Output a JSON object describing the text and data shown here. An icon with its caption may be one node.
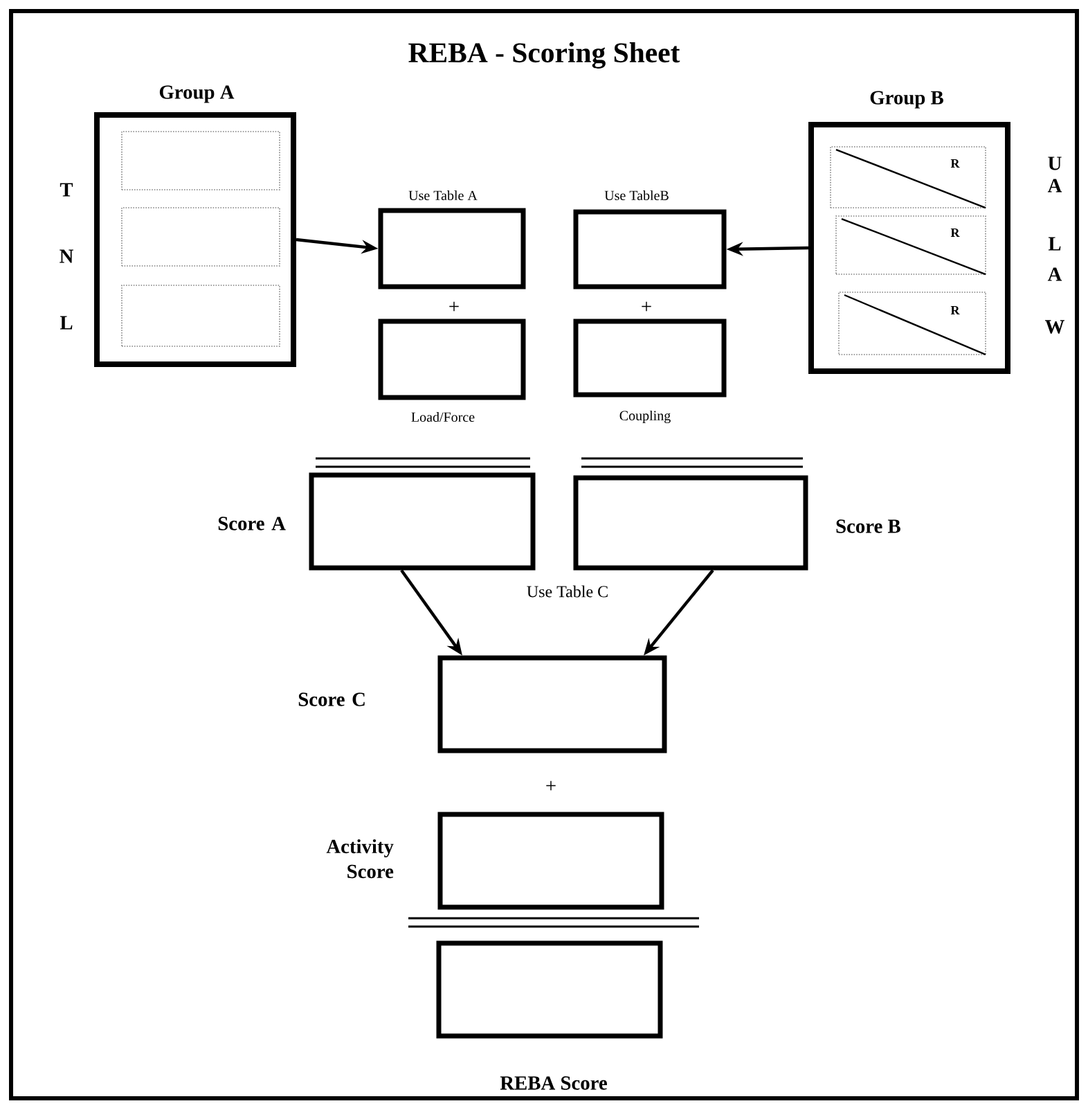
{
  "diagram": {
    "title": "REBA - Scoring Sheet",
    "nodes": [
      {
        "text": [
          "Group A"
        ]
      },
      {
        "text": [],
        "shape": "box",
        "in": 0
      },
      {
        "text": [],
        "shape": "box",
        "in": 0
      },
      {
        "text": [],
        "shape": "box",
        "in": 0
      },
      {
        "text": [
          "Group B"
        ]
      },
      {
        "text": [
          "R"
        ],
        "in": 4
      },
      {
        "text": [
          "R"
        ],
        "in": 4
      },
      {
        "text": [
          "R"
        ],
        "in": 4
      },
      {
        "text": [
          "Use Table A"
        ]
      },
      {
        "text": [
          "Use TableB"
        ]
      },
      {
        "text": [
          "Load/Force"
        ]
      },
      {
        "text": [
          "Coupling"
        ]
      },
      {
        "text": [
          "Score A"
        ]
      },
      {
        "text": [
          "Score B"
        ]
      },
      {
        "text": [
          "Score C"
        ]
      },
      {
        "text": [
          "Activity Score"
        ]
      },
      {
        "text": [
          "REBA Score"
        ]
      }
    ],
    "edges": [
      {
        "from": 0,
        "to": 8,
        "arrow": "to"
      },
      {
        "from": 4,
        "to": 9,
        "arrow": "to"
      },
      {
        "from": 12,
        "to": 14,
        "arrow": "to"
      },
      {
        "from": 13,
        "to": 14,
        "arrow": "to"
      }
    ],
    "labels": [
      "T",
      "N",
      "L",
      "U",
      "A",
      "L",
      "A",
      "W",
      "+",
      "+",
      "Use Table C",
      "+"
    ]
  }
}
